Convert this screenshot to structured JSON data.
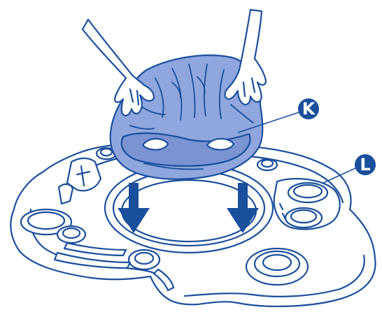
{
  "callouts": [
    {
      "id": "K",
      "label": "K"
    },
    {
      "id": "L",
      "label": "L"
    }
  ],
  "colors": {
    "line": "#1a4f9c",
    "seat_fill": "#8fa6de",
    "seat_shade": "#7a93d2",
    "base_fill": "#ffffff",
    "callout_circle": "#1a4f9c",
    "callout_text": "#ffffff",
    "arrow": "#1a4f9c"
  },
  "icons": {
    "arrow": "down-arrow-icon",
    "hand": "hand-icon"
  }
}
